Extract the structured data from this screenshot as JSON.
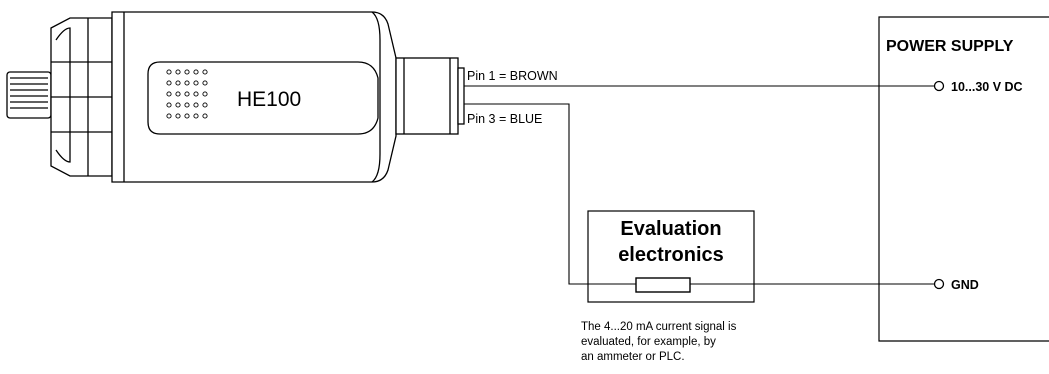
{
  "sensor": {
    "model": "HE100"
  },
  "wiring": {
    "pin1_label": "Pin 1 = BROWN",
    "pin3_label": "Pin 3 = BLUE"
  },
  "evaluation": {
    "title_line1": "Evaluation",
    "title_line2": "electronics",
    "note_lines": [
      "The 4...20 mA current signal is",
      "evaluated, for example, by",
      "an ammeter or PLC."
    ]
  },
  "power_supply": {
    "title": "POWER SUPPLY",
    "terminal_positive": "10...30 V DC",
    "terminal_ground": "GND"
  }
}
